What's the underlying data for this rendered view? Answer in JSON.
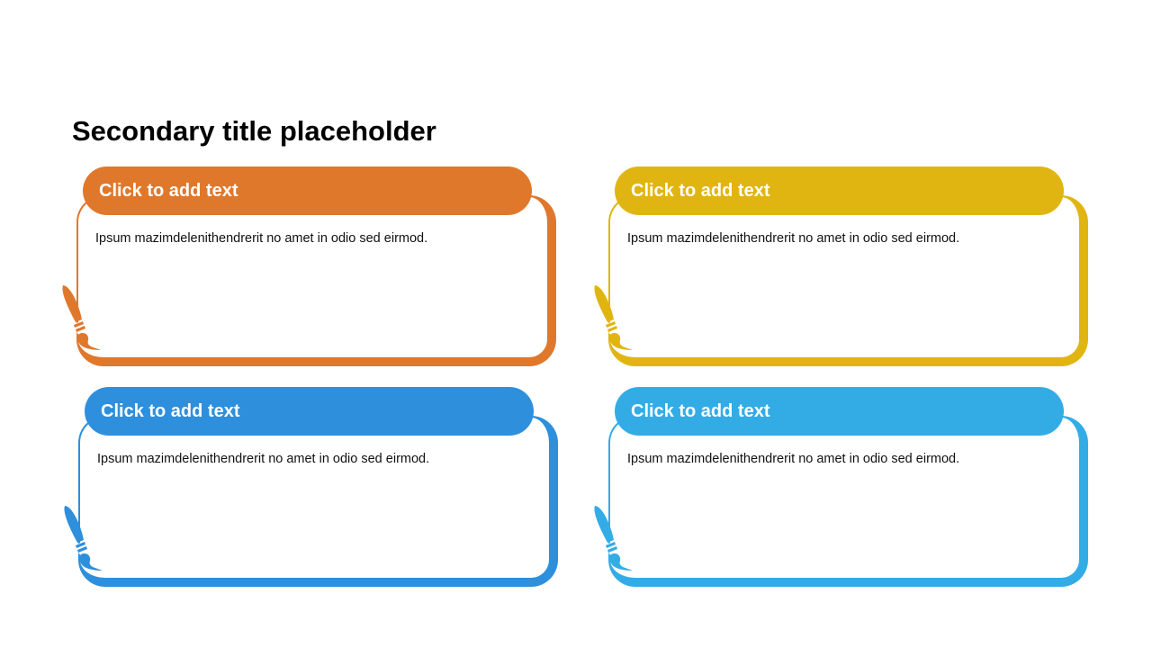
{
  "title": "Secondary title placeholder",
  "cards": [
    {
      "heading": "Click to add text",
      "body": "Ipsum mazimdelenithendrerit no amet in odio sed eirmod.",
      "color": "#E0782B"
    },
    {
      "heading": "Click to add text",
      "body": "Ipsum mazimdelenithendrerit no amet in odio sed eirmod.",
      "color": "#E1B511"
    },
    {
      "heading": "Click to add text",
      "body": "Ipsum mazimdelenithendrerit no amet in odio sed eirmod.",
      "color": "#2E8FDC"
    },
    {
      "heading": "Click to add text",
      "body": "Ipsum mazimdelenithendrerit no amet in odio sed eirmod.",
      "color": "#33ACE6"
    }
  ]
}
